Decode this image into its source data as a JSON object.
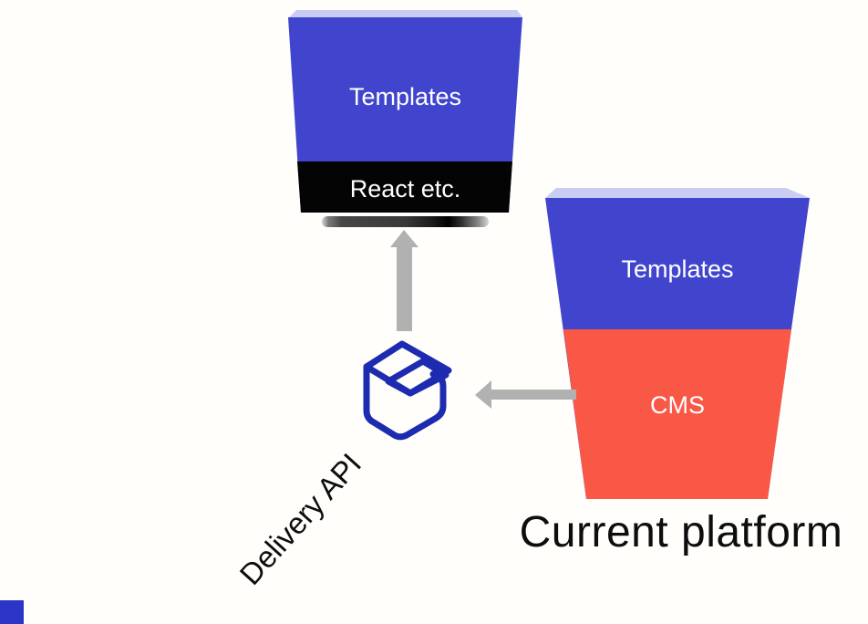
{
  "colors": {
    "background": "#fffefb",
    "brand_blue": "#4145cd",
    "top_face_blue": "#c9cdf3",
    "black_layer": "#040404",
    "cms_red": "#fa5847",
    "arrow_gray": "#b1b1b1",
    "icon_blue": "#1c2bb0",
    "corner_square_blue": "#2c35c8"
  },
  "new_stack": {
    "templates_label": "Templates",
    "framework_label": "React etc."
  },
  "current_platform": {
    "templates_label": "Templates",
    "cms_label": "CMS",
    "caption": "Current platform"
  },
  "delivery_api": {
    "label": "Delivery API",
    "icon": "open-box-icon"
  },
  "arrows": {
    "up_arrow": "up-arrow",
    "left_arrow": "left-arrow"
  }
}
